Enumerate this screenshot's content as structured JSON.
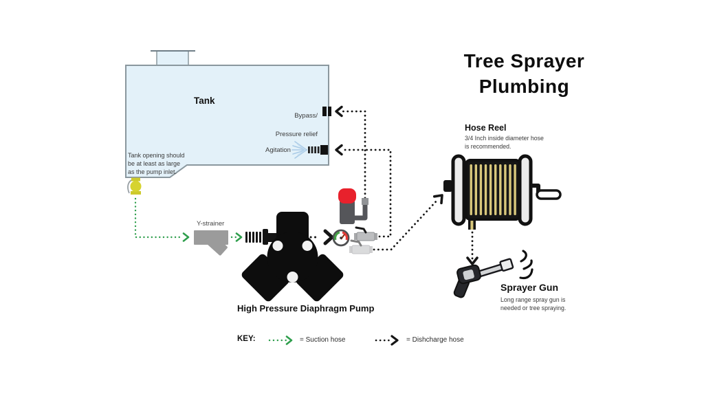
{
  "title": "Tree Sprayer Plumbing",
  "tank": {
    "label": "Tank",
    "note": "Tank opening should be at least as large as the pump inlet.",
    "bypass_label_line1": "Bypass/",
    "bypass_label_line2": "Pressure relief",
    "agitation_label": "Agitation"
  },
  "suction_line": {
    "strainer_label": "Y-strainer"
  },
  "pump": {
    "label": "High Pressure Diaphragm Pump"
  },
  "hose_reel": {
    "title": "Hose Reel",
    "note": "3/4 Inch inside diameter hose is recommended."
  },
  "sprayer_gun": {
    "title": "Sprayer Gun",
    "note": "Long range spray gun is needed or tree spraying."
  },
  "key": {
    "label": "KEY:",
    "suction_label": "= Suction hose",
    "discharge_label": "= Dishcharge hose"
  },
  "colors": {
    "suction_hose_green": "#2e9e4c",
    "discharge_hose_black": "#161616",
    "tank_fill": "#e3f1f9",
    "tank_stroke": "#8a979e",
    "reel_hose_stripe": "#d9c87c",
    "outlet_valve_yellow": "#d6d32f",
    "regulator_cap_red": "#e8212c",
    "agitation_spray_blue": "#a9cbe7"
  },
  "icons": {
    "tank_outlet_valve": "yellow-ball-valve",
    "y_strainer": "y-pipe-fitting",
    "pump": "three-lobe-diaphragm-pump",
    "pressure_gauge": "gauge-dial",
    "pressure_regulator": "red-knob-relief-valve",
    "ball_valves": "lever-ball-valve",
    "hose_reel": "crank-hose-reel",
    "sprayer_gun": "spray-gun",
    "agitation_nozzle": "spray-fan",
    "suction_arrow": "green-dotted-arrow",
    "discharge_arrow": "black-dotted-arrow"
  }
}
